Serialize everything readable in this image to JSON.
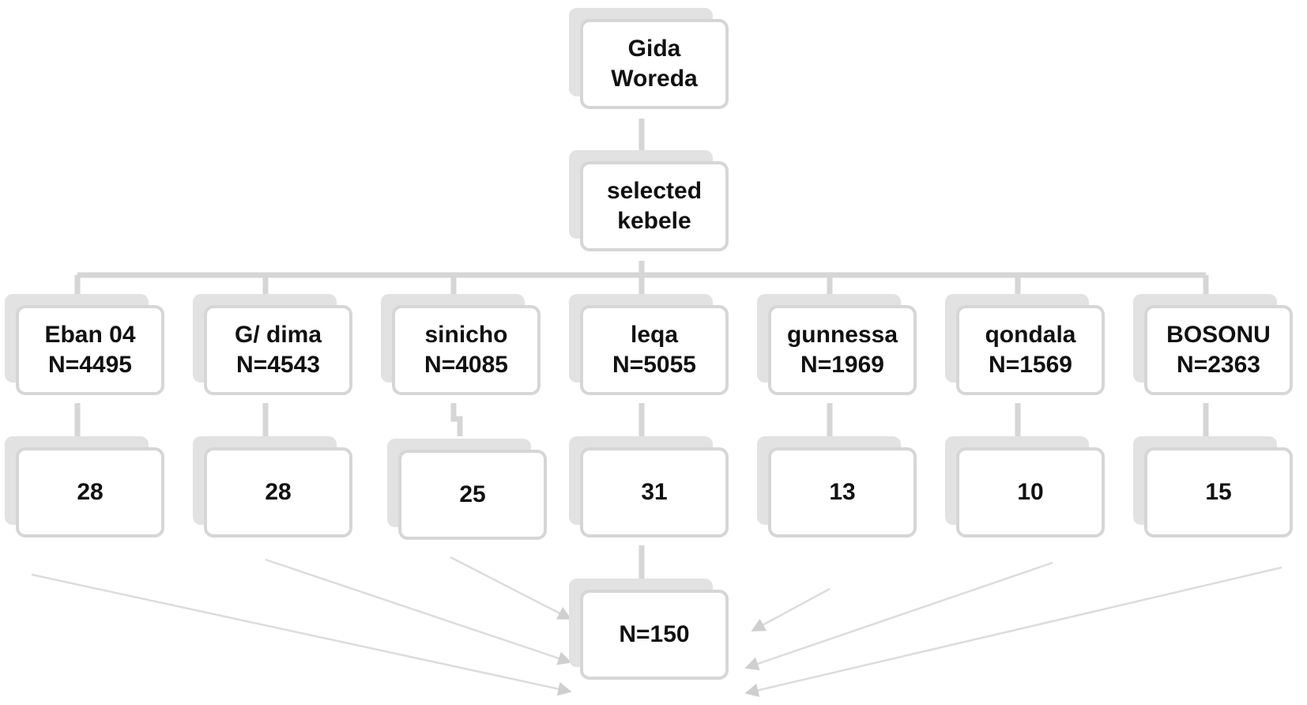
{
  "diagram": {
    "root": {
      "line1": "Gida",
      "line2": "Woreda"
    },
    "selected": {
      "line1": "selected",
      "line2": "kebele"
    },
    "kebeles": [
      {
        "name": "Eban 04",
        "population": "N=4495",
        "sample": "28"
      },
      {
        "name": "G/ dima",
        "population": "N=4543",
        "sample": "28"
      },
      {
        "name": "sinicho",
        "population": "N=4085",
        "sample": "25"
      },
      {
        "name": "leqa",
        "population": "N=5055",
        "sample": "31"
      },
      {
        "name": "gunnessa",
        "population": "N=1969",
        "sample": "13"
      },
      {
        "name": "qondala",
        "population": "N=1569",
        "sample": "10"
      },
      {
        "name": "BOSONU",
        "population": "N=2363",
        "sample": "15"
      }
    ],
    "total": "N=150",
    "colors": {
      "box_back": "#e2e2e2",
      "box_border": "#d6d6d6",
      "connector": "#d6d6d6",
      "arrow": "#dcdcdc",
      "text": "#111111"
    }
  }
}
